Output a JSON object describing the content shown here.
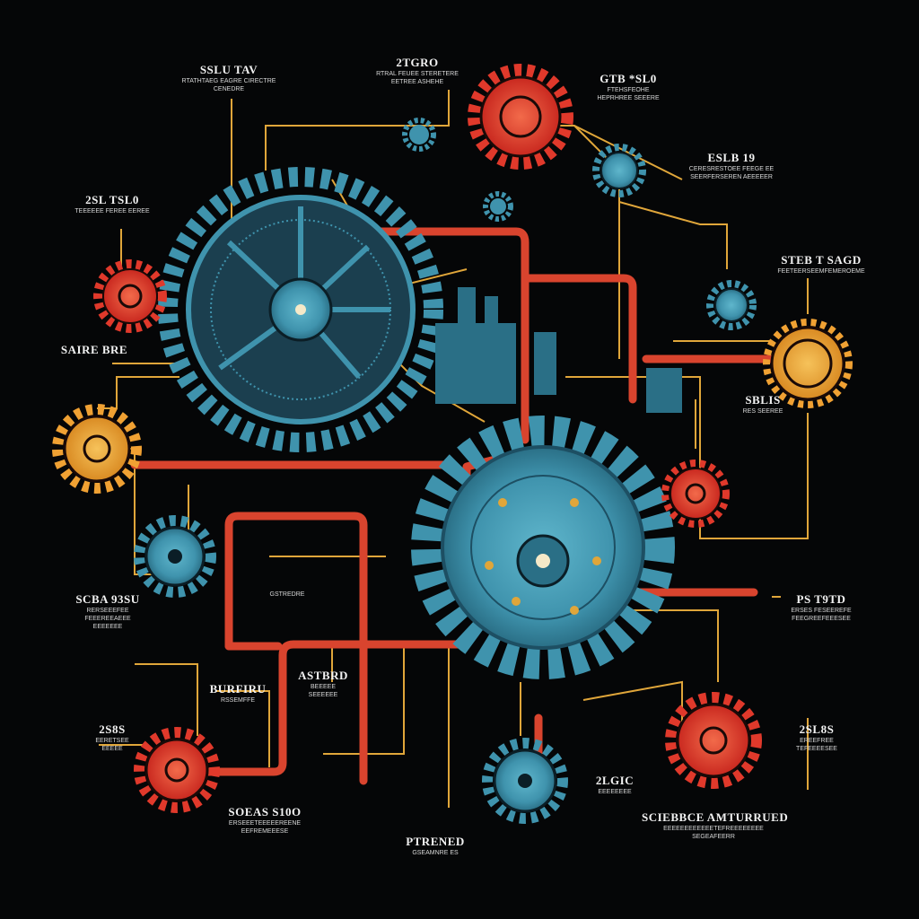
{
  "colors": {
    "background": "#050607",
    "teal": "#3f93ad",
    "teal_dark": "#1d4f63",
    "red_gear": "#e0392b",
    "orange_gear": "#f0a133",
    "pipe_red": "#d9442e",
    "wire_gold": "#e0a63a"
  },
  "labels": {
    "top_left": {
      "title": "SSLU TAV",
      "lines": [
        "RTATHTAEG EAGRE CIRECTRE",
        "CENEDRE"
      ]
    },
    "top_center": {
      "title": "2TGRO",
      "lines": [
        "RTRAL FEUEE STERETERE",
        "EETREE ASHEHE"
      ]
    },
    "top_right": {
      "title": "GTB *SL0",
      "lines": [
        "FTEHSFEOHE",
        "HEPRHREE SEEERE"
      ]
    },
    "right_upper": {
      "title": "ESLB 19",
      "lines": [
        "CERESRESTOEE FEEGE EE",
        "SEERFERSEREN AEEEEER"
      ]
    },
    "right_mid": {
      "title": "STEB T SAGD",
      "lines": [
        "FEETEERSEEMFEMEROEME"
      ]
    },
    "right_lower_small": {
      "title": "SBLIS",
      "lines": [
        "RES SEEREE"
      ]
    },
    "right_pipe": {
      "title": "PS T9TD",
      "lines": [
        "ERSES FESEEREFE",
        "FEEGREEFEEESEE"
      ]
    },
    "right_bottom": {
      "title": "2SL8S",
      "lines": [
        "EREEFREE",
        "TEFEEEESEE"
      ]
    },
    "bottom_right": {
      "title": "SCIEBBCE AMTURRUED",
      "lines": [
        "EEEEEEEEEEEETEFREEEEEEEE",
        "SEGEAFEERR"
      ]
    },
    "bottom_mid_right": {
      "title": "2LGIC",
      "lines": [
        "EEEEEEEE"
      ]
    },
    "bottom_center": {
      "title": "PTRENED",
      "lines": [
        "GSEAMNRE ES"
      ]
    },
    "bottom_left": {
      "title": "SOEAS S10O",
      "lines": [
        "ERSEEETEEEEEREENE",
        "EEFREMEEESE"
      ]
    },
    "left_bottom": {
      "title": "2S8S",
      "lines": [
        "EERETSEE",
        "EEEEE"
      ]
    },
    "center_lower_a": {
      "title": "BURFIRU",
      "lines": [
        "RSSEMFFE"
      ]
    },
    "center_lower_b": {
      "title": "ASTBRD",
      "lines": [
        "BEEEEE",
        "SEEEEEE"
      ]
    },
    "center_small": {
      "title": "",
      "lines": [
        "GSTREDRE"
      ]
    },
    "left_mid": {
      "title": "SCBA 93SU",
      "lines": [
        "RERSEEEFEE",
        "FEEEREEAEEE",
        "EEEEEEE"
      ]
    },
    "left_upper": {
      "title": "2SL TSL0",
      "lines": [
        "TEEEEEE FEREE EEREE"
      ]
    },
    "left_center": {
      "title": "SAIRE BRE",
      "lines": []
    }
  }
}
